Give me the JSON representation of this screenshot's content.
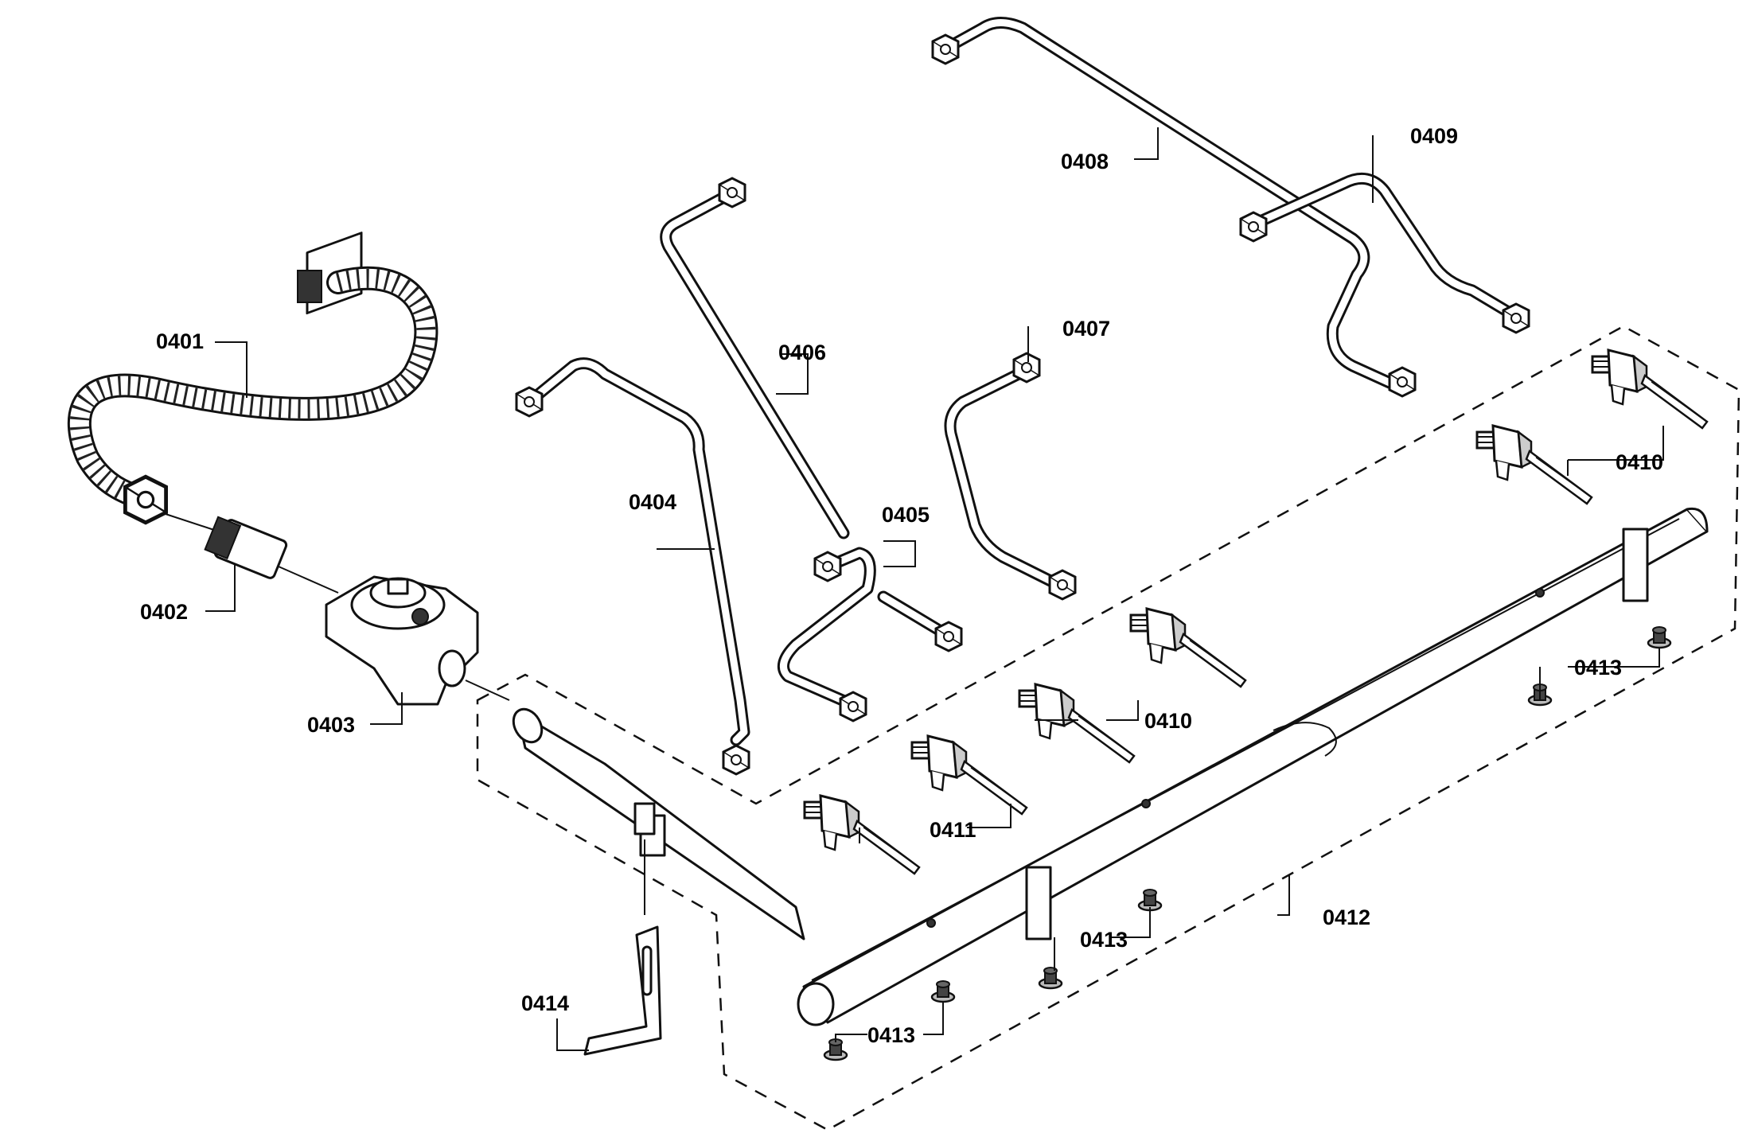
{
  "labels": {
    "p0401": "0401",
    "p0402": "0402",
    "p0403": "0403",
    "p0404": "0404",
    "p0405": "0405",
    "p0406": "0406",
    "p0407": "0407",
    "p0408": "0408",
    "p0409": "0409",
    "p0410": "0410",
    "p0411": "0411",
    "p0412": "0412",
    "p0413": "0413",
    "p0414": "0414"
  }
}
